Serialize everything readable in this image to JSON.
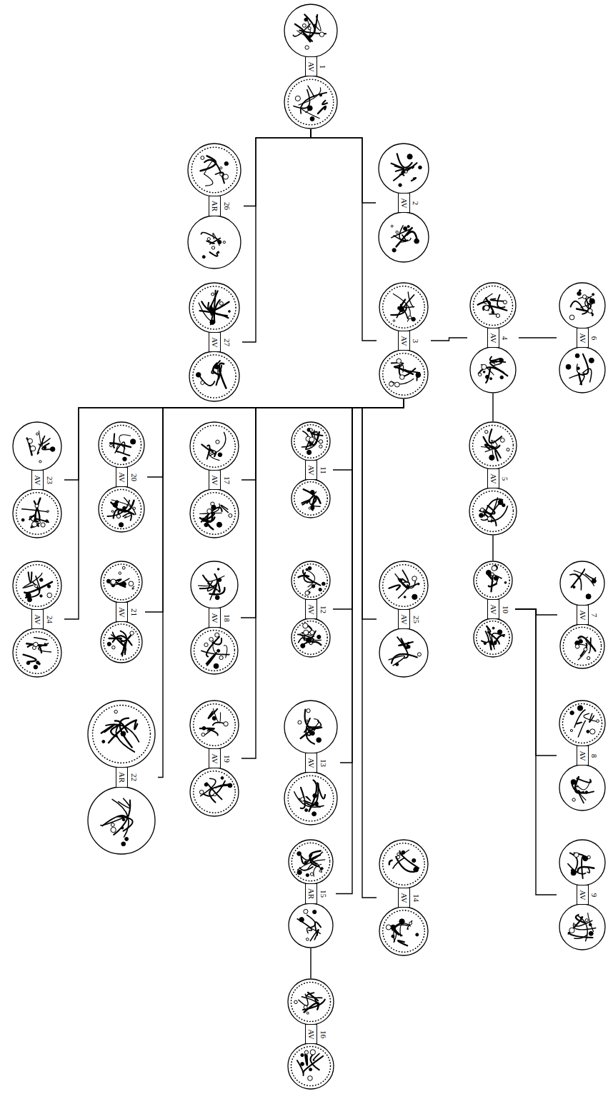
{
  "diagram": {
    "nodes": [
      {
        "text": [
          "AV",
          "1"
        ]
      },
      {
        "text": [
          "AV",
          "2"
        ]
      },
      {
        "text": [
          "AV",
          "3"
        ]
      },
      {
        "text": [
          "AV",
          "4"
        ]
      },
      {
        "text": [
          "AV",
          "5"
        ]
      },
      {
        "text": [
          "AV",
          "6"
        ]
      },
      {
        "text": [
          "AV",
          "7"
        ]
      },
      {
        "text": [
          "AV",
          "8"
        ]
      },
      {
        "text": [
          "AV",
          "9"
        ]
      },
      {
        "text": [
          "AV",
          "10"
        ]
      },
      {
        "text": [
          "AV",
          "11"
        ]
      },
      {
        "text": [
          "AV",
          "12"
        ]
      },
      {
        "text": [
          "AV",
          "13"
        ]
      },
      {
        "text": [
          "AV",
          "14"
        ]
      },
      {
        "text": [
          "AR",
          "15"
        ]
      },
      {
        "text": [
          "AV",
          "16"
        ]
      },
      {
        "text": [
          "AV",
          "17"
        ]
      },
      {
        "text": [
          "AV",
          "18"
        ]
      },
      {
        "text": [
          "AV",
          "19"
        ]
      },
      {
        "text": [
          "AV",
          "20"
        ]
      },
      {
        "text": [
          "AV",
          "21"
        ]
      },
      {
        "text": [
          "AR",
          "22"
        ]
      },
      {
        "text": [
          "AV",
          "23"
        ]
      },
      {
        "text": [
          "AV",
          "24"
        ]
      },
      {
        "text": [
          "AV",
          "25"
        ]
      },
      {
        "text": [
          "AR",
          "26"
        ]
      },
      {
        "text": [
          "AV",
          "27"
        ]
      }
    ],
    "edges": [
      {
        "from": 0,
        "to": 1,
        "arrow": "none"
      },
      {
        "from": 0,
        "to": 2,
        "arrow": "none"
      },
      {
        "from": 0,
        "to": 25,
        "arrow": "none"
      },
      {
        "from": 0,
        "to": 26,
        "arrow": "none"
      },
      {
        "from": 2,
        "to": 3,
        "arrow": "none"
      },
      {
        "from": 3,
        "to": 4,
        "arrow": "none"
      },
      {
        "from": 3,
        "to": 5,
        "arrow": "none"
      },
      {
        "from": 4,
        "to": 9,
        "arrow": "none"
      },
      {
        "from": 9,
        "to": 6,
        "arrow": "none"
      },
      {
        "from": 9,
        "to": 7,
        "arrow": "none"
      },
      {
        "from": 9,
        "to": 8,
        "arrow": "none"
      },
      {
        "from": 2,
        "to": 10,
        "arrow": "none"
      },
      {
        "from": 2,
        "to": 11,
        "arrow": "none"
      },
      {
        "from": 2,
        "to": 12,
        "arrow": "none"
      },
      {
        "from": 2,
        "to": 14,
        "arrow": "none"
      },
      {
        "from": 2,
        "to": 24,
        "arrow": "none"
      },
      {
        "from": 2,
        "to": 13,
        "arrow": "none"
      },
      {
        "from": 2,
        "to": 16,
        "arrow": "none"
      },
      {
        "from": 2,
        "to": 17,
        "arrow": "none"
      },
      {
        "from": 2,
        "to": 18,
        "arrow": "none"
      },
      {
        "from": 2,
        "to": 19,
        "arrow": "none"
      },
      {
        "from": 2,
        "to": 20,
        "arrow": "none"
      },
      {
        "from": 2,
        "to": 21,
        "arrow": "none"
      },
      {
        "from": 2,
        "to": 22,
        "arrow": "none"
      },
      {
        "from": 2,
        "to": 23,
        "arrow": "none"
      },
      {
        "from": 14,
        "to": 15,
        "arrow": "none"
      }
    ]
  }
}
